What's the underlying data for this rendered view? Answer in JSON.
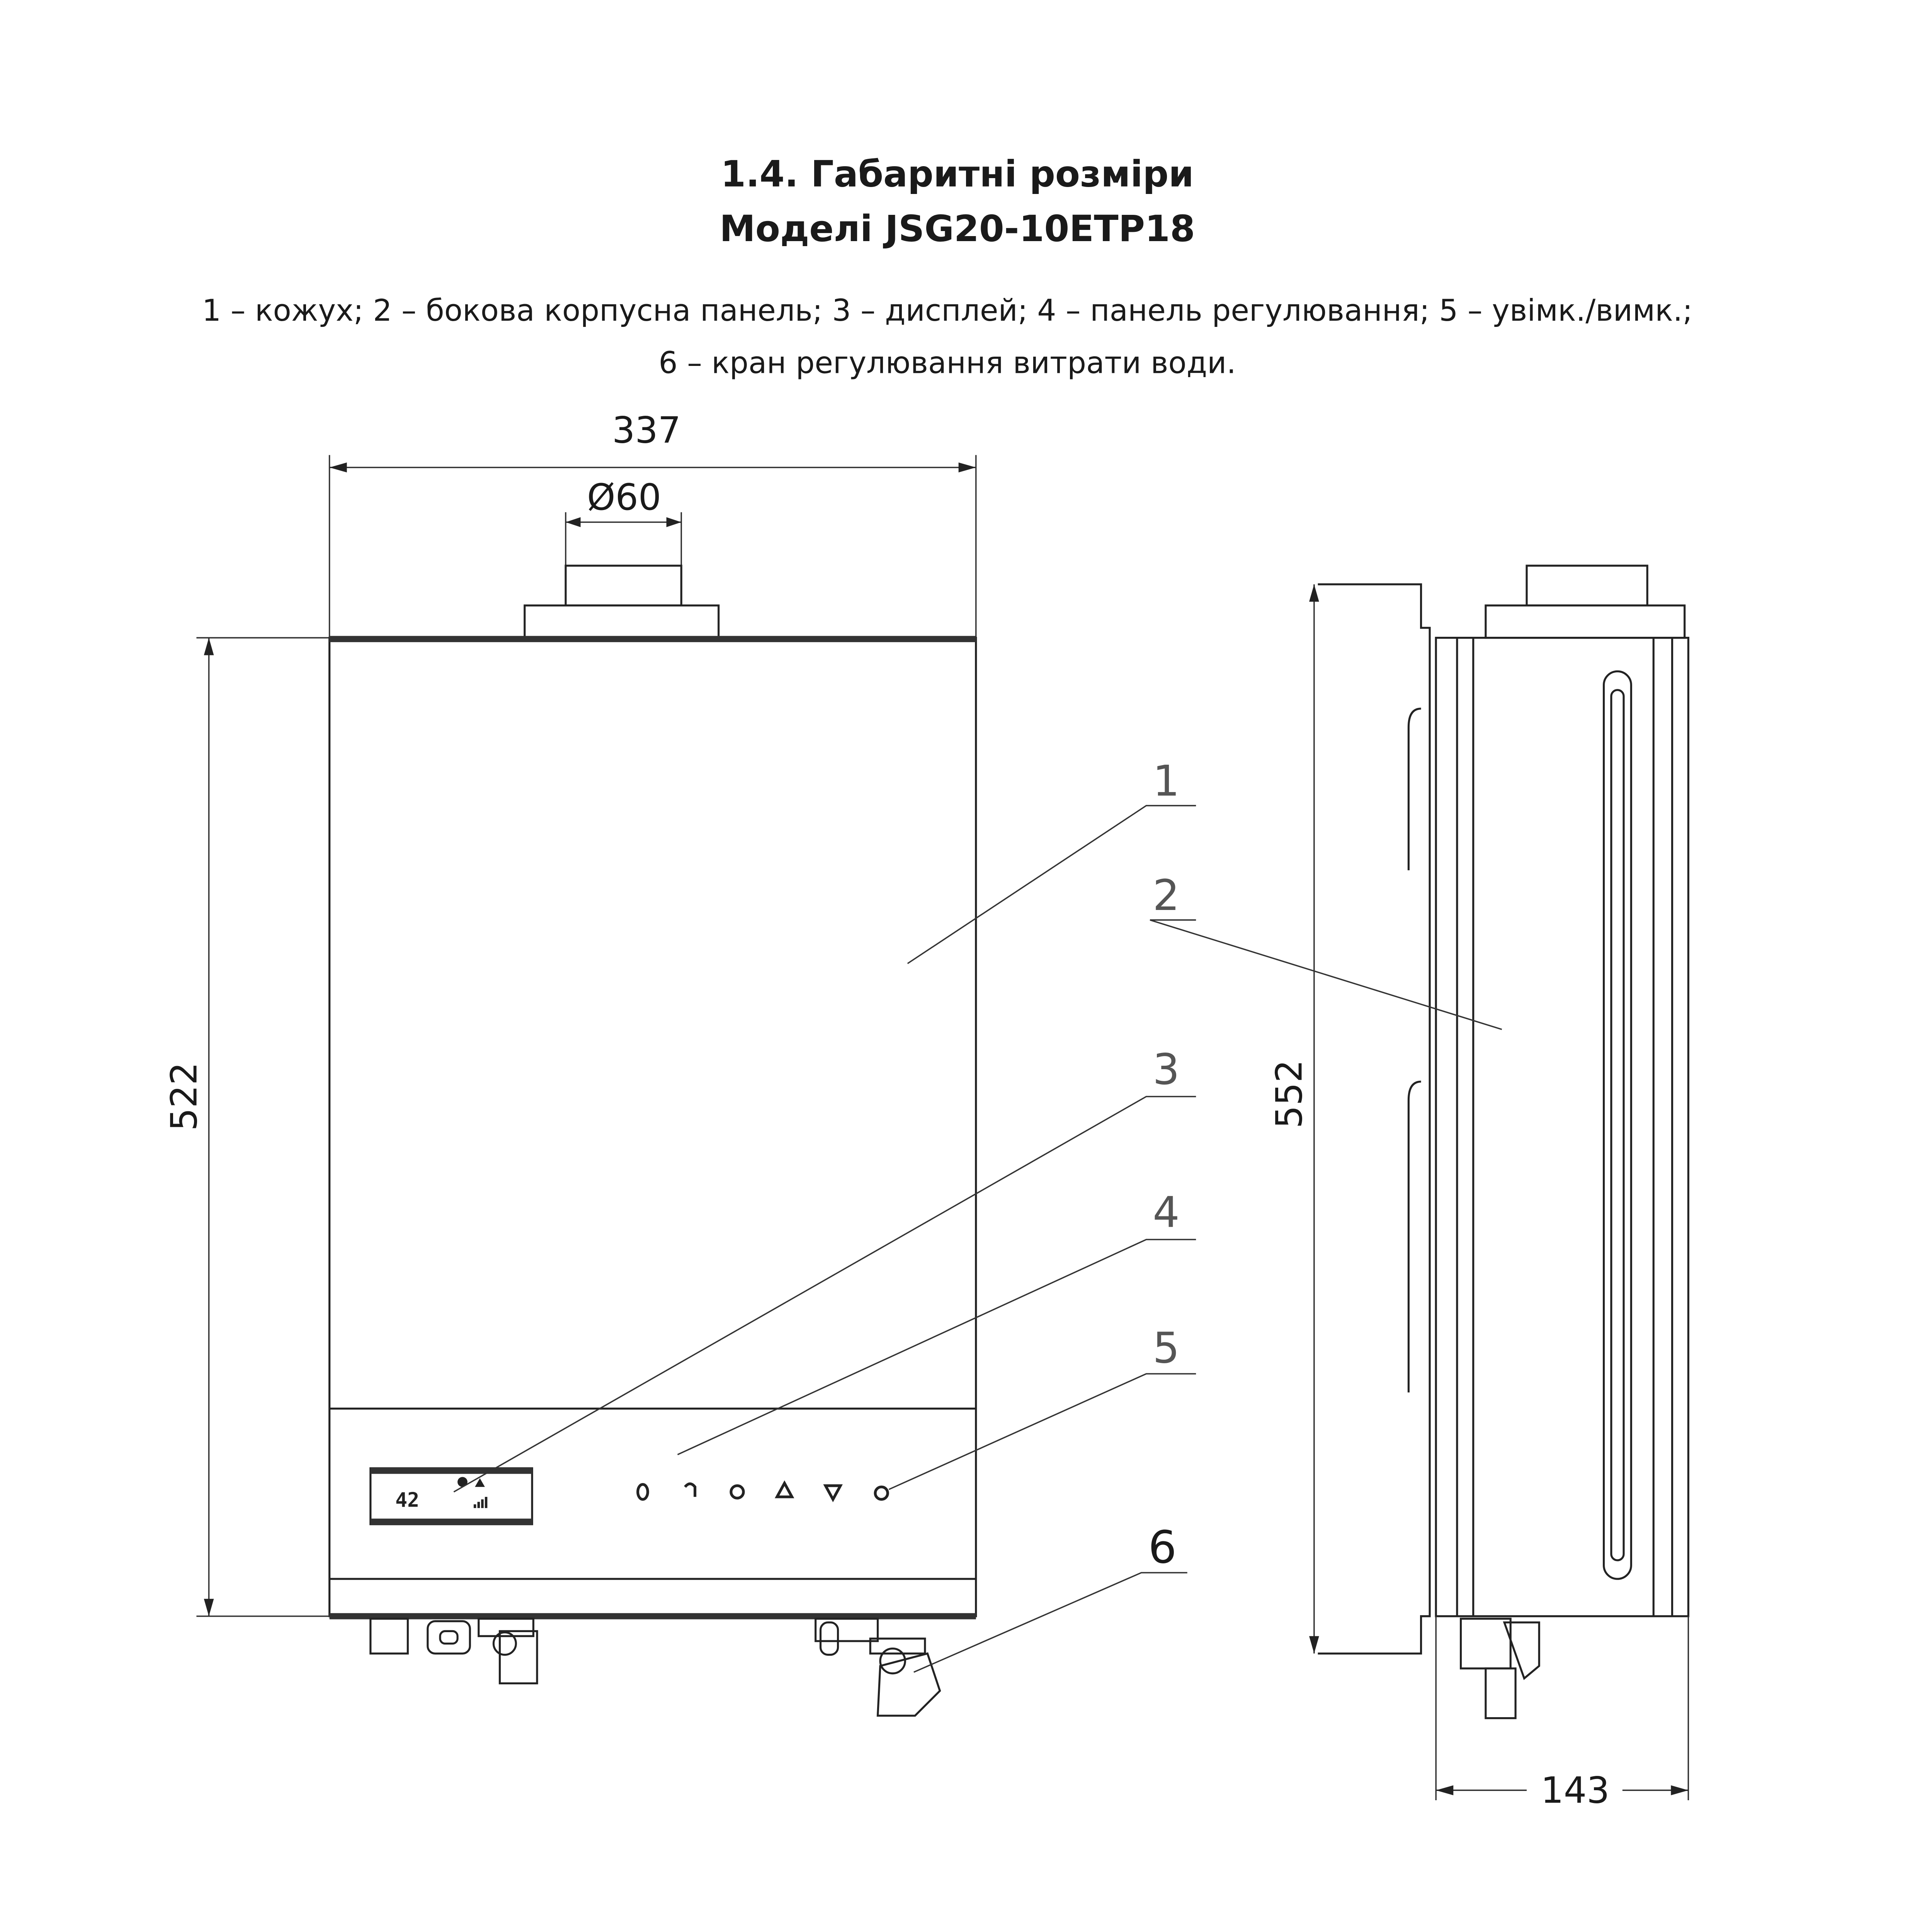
{
  "header": {
    "title": "1.4. Габаритні розміри",
    "subtitle": "Моделі JSG20-10ETP18"
  },
  "caption": {
    "line1": "1 – кожух; 2 – бокова корпусна панель; 3 – дисплей; 4 – панель регулювання; 5 – увімк./вимк.;",
    "line2": "6 – кран регулювання витрати води."
  },
  "dimensions": {
    "width": "337",
    "flue_diameter": "Ø60",
    "body_height": "522",
    "total_height": "552",
    "depth": "143"
  },
  "callouts": [
    "1",
    "2",
    "3",
    "4",
    "5",
    "6"
  ],
  "display": {
    "temperature": "42",
    "icons": [
      "flame-icon",
      "tap-icon",
      "signal-bars-icon"
    ]
  },
  "control_panel": {
    "buttons": [
      "fan-icon",
      "tap-icon",
      "mode-icon",
      "up-arrow-icon",
      "down-arrow-icon",
      "power-icon"
    ]
  }
}
